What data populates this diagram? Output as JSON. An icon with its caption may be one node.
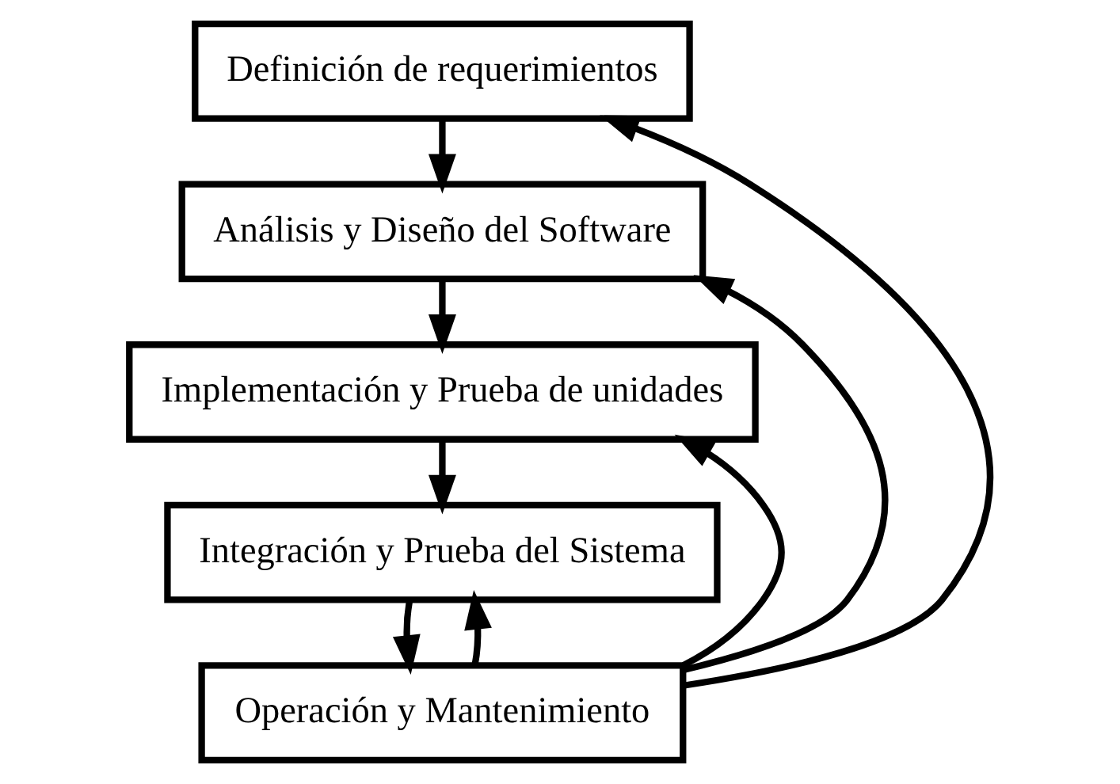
{
  "diagram": {
    "nodes": [
      {
        "text": [
          "Definición de requerimientos"
        ]
      },
      {
        "text": [
          "Análisis y Diseño del Software"
        ]
      },
      {
        "text": [
          "Implementación y Prueba de unidades"
        ]
      },
      {
        "text": [
          "Integración y Prueba del Sistema"
        ]
      },
      {
        "text": [
          "Operación y Mantenimiento"
        ]
      }
    ],
    "edges": [
      {
        "from": 0,
        "to": 1,
        "arrow": "to"
      },
      {
        "from": 1,
        "to": 2,
        "arrow": "to"
      },
      {
        "from": 2,
        "to": 3,
        "arrow": "to"
      },
      {
        "from": 3,
        "to": 4,
        "arrow": "to"
      },
      {
        "from": 4,
        "to": 0,
        "arrow": "to"
      },
      {
        "from": 4,
        "to": 1,
        "arrow": "to"
      },
      {
        "from": 4,
        "to": 2,
        "arrow": "to"
      },
      {
        "from": 4,
        "to": 3,
        "arrow": "to"
      }
    ]
  }
}
